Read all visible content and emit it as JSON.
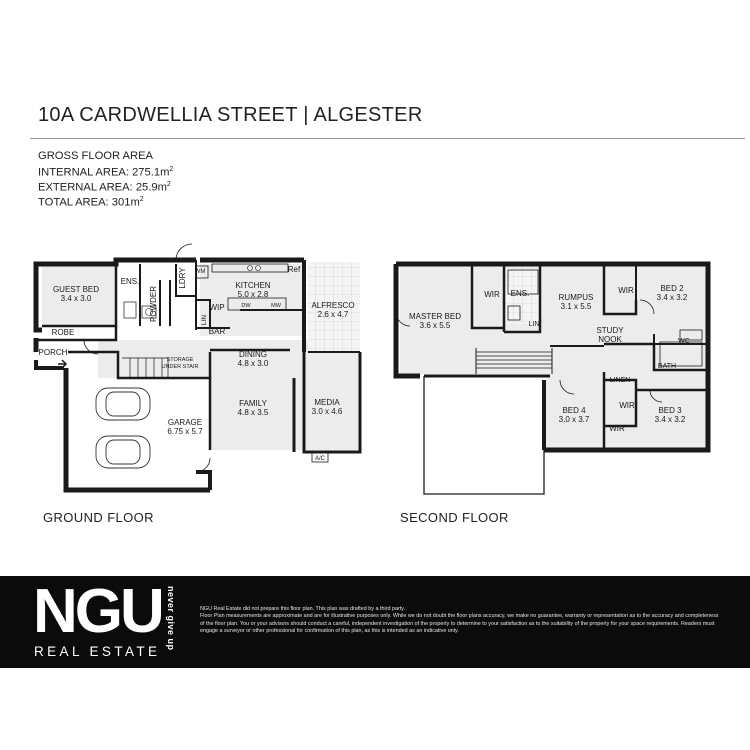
{
  "header": {
    "title": "10A CARDWELLIA STREET | ALGESTER",
    "area_heading": "GROSS FLOOR AREA",
    "internal_area_label": "INTERNAL AREA: 275.1m",
    "external_area_label": "EXTERNAL AREA: 25.9m",
    "total_area_label": "TOTAL AREA: 301m",
    "unit_superscript": "2"
  },
  "ground_floor": {
    "label": "GROUND FLOOR",
    "rooms": {
      "guest_bed": {
        "name": "GUEST BED",
        "size": "3.4 x 3.0"
      },
      "ens": {
        "name": "ENS."
      },
      "powder": {
        "name": "POWDER"
      },
      "ldry": {
        "name": "LDRY"
      },
      "wm": {
        "name": "WM"
      },
      "ref": {
        "name": "Ref"
      },
      "kitchen": {
        "name": "KITCHEN",
        "size": "5.0 x 2.8"
      },
      "dw": {
        "name": "DW"
      },
      "mw": {
        "name": "MW"
      },
      "alfresco": {
        "name": "ALFRESCO",
        "size": "2.6 x 4.7"
      },
      "wip": {
        "name": "WIP"
      },
      "lin": {
        "name": "LIN"
      },
      "bar": {
        "name": "BAR"
      },
      "robe": {
        "name": "ROBE"
      },
      "porch": {
        "name": "PORCH"
      },
      "storage": {
        "name": "STORAGE",
        "sub": "UNDER STAIR"
      },
      "dining": {
        "name": "DINING",
        "size": "4.8 x 3.0"
      },
      "family": {
        "name": "FAMILY",
        "size": "4.8 x 3.5"
      },
      "media": {
        "name": "MEDIA",
        "size": "3.0 x 4.6"
      },
      "garage": {
        "name": "GARAGE",
        "size": "6.75 x 5.7"
      },
      "ac": {
        "name": "A/C"
      }
    }
  },
  "second_floor": {
    "label": "SECOND FLOOR",
    "rooms": {
      "master_bed": {
        "name": "MASTER BED",
        "size": "3.6 x 5.5"
      },
      "wir_master": {
        "name": "WIR"
      },
      "ens": {
        "name": "ENS."
      },
      "lin": {
        "name": "LIN"
      },
      "rumpus": {
        "name": "RUMPUS",
        "size": "3.1 x 5.5"
      },
      "wir_bed2": {
        "name": "WIR"
      },
      "bed2": {
        "name": "BED 2",
        "size": "3.4 x 3.2"
      },
      "study": {
        "name": "STUDY",
        "sub": "NOOK"
      },
      "wc": {
        "name": "WC"
      },
      "bath": {
        "name": "BATH"
      },
      "linen": {
        "name": "LINEN"
      },
      "wir_bed3": {
        "name": "WIR"
      },
      "bed3": {
        "name": "BED 3",
        "size": "3.4 x 3.2"
      },
      "bed4": {
        "name": "BED 4",
        "size": "3.0 x 3.7"
      },
      "wir_bed4": {
        "name": "WIR"
      }
    }
  },
  "footer": {
    "logo": "NGU",
    "tagline": "never give up",
    "logo_sub": "REAL ESTATE",
    "disclaimer_1": "NGU Real Estate did not prepare this floor plan. This plan was drafted by a third party.",
    "disclaimer_2": "Floor Plan measurements are approximate and are for illustrative purposes only. While we do not doubt the floor plans accuracy, we make no guarantee, warranty or representation as to the accuracy and completeness of the floor plan. You or your advisors should conduct a careful, independent investigation of the property to determine to your satisfaction as to the suitability of the property for your space requirements. Readers must engage a surveyor or other professional for confirmation of this plan, as this is intended as an indicative only."
  },
  "colors": {
    "footer_bg": "#0b0b0b",
    "wall": "#1a1a1a",
    "floor_shade": "#e8e8e8"
  }
}
